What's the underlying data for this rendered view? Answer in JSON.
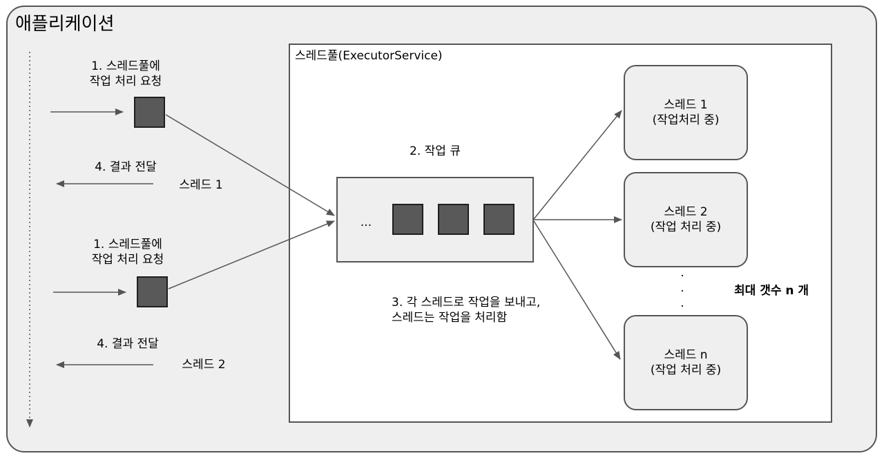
{
  "app": {
    "title": "애플리케이션"
  },
  "pool": {
    "title": "스레드풀(ExecutorService)"
  },
  "requests": [
    {
      "line1": "1. 스레드풀에",
      "line2": "작업 처리 요청"
    },
    {
      "line1": "1. 스레드풀에",
      "line2": "작업 처리 요청"
    }
  ],
  "results": [
    {
      "label": "4. 결과 전달",
      "thread": "스레드 1"
    },
    {
      "label": "4. 결과 전달",
      "thread": "스레드 2"
    }
  ],
  "queue": {
    "label": "2. 작업 큐",
    "ellipsis": "..."
  },
  "dispatch": {
    "line1": "3. 각 스레드로 작업을 보내고,",
    "line2": "스레드는 작업을 처리함"
  },
  "threads": [
    {
      "name": "스레드 1",
      "status": "(작업처리 중)"
    },
    {
      "name": "스레드 2",
      "status": "(작업 처리 중)"
    },
    {
      "name": "스레드 n",
      "status": "(작업 처리 중)"
    }
  ],
  "dots": ".",
  "max_threads": "최대 갯수 n 개",
  "colors": {
    "frame_fill": "#efefef",
    "border": "#555555",
    "task": "#595959",
    "arrow": "#555555"
  }
}
